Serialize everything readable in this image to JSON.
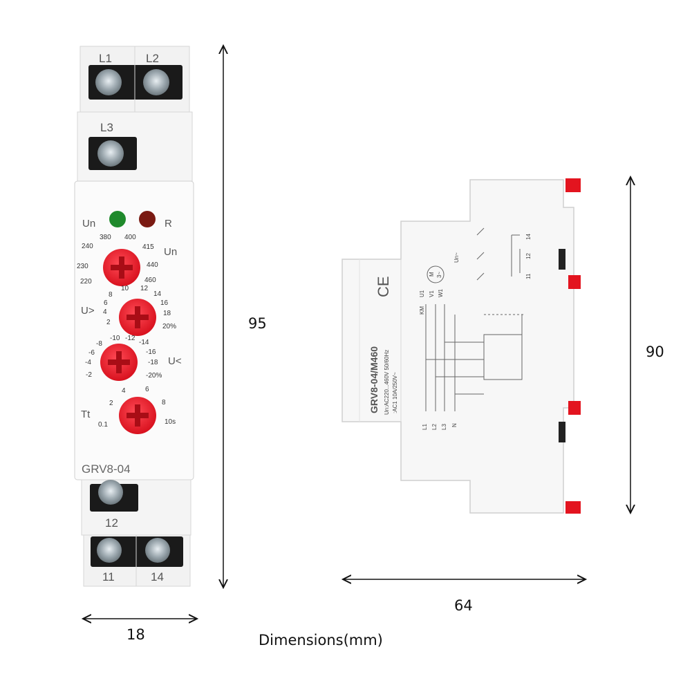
{
  "front": {
    "top_terminals": [
      "L1",
      "L2"
    ],
    "mid_terminal": "L3",
    "led_un": "Un",
    "led_r": "R",
    "model": "GRV8-04",
    "bottom_terminal_single": "12",
    "bottom_terminals": [
      "11",
      "14"
    ],
    "dial_un": {
      "label": "Un",
      "ticks": [
        "220",
        "230",
        "240",
        "380",
        "400",
        "415",
        "440",
        "460"
      ]
    },
    "dial_over": {
      "label": "U>",
      "ticks": [
        "2",
        "4",
        "6",
        "8",
        "10",
        "12",
        "14",
        "16",
        "18",
        "20%"
      ]
    },
    "dial_under": {
      "label": "U<",
      "ticks": [
        "-2",
        "-4",
        "-6",
        "-8",
        "-10",
        "-12",
        "-14",
        "-16",
        "-18",
        "-20%"
      ]
    },
    "dial_time": {
      "label": "Tt",
      "ticks": [
        "0.1",
        "2",
        "4",
        "6",
        "8",
        "10s"
      ]
    }
  },
  "side": {
    "ce_mark": "CE",
    "model": "GRV8-04/M460",
    "spec_voltage": "Un:AC220...460V 50/60Hz",
    "spec_contact": ":AC1 10A/250V~",
    "diagram_labels": [
      "KM",
      "U1",
      "V1",
      "W1",
      "M",
      "3~",
      "Un~",
      "L1",
      "L2",
      "L3",
      "N",
      "11",
      "12",
      "14"
    ]
  },
  "dimensions": {
    "front_height": "95",
    "front_width": "18",
    "side_height": "90",
    "side_width": "64",
    "caption": "Dimensions(mm)"
  }
}
